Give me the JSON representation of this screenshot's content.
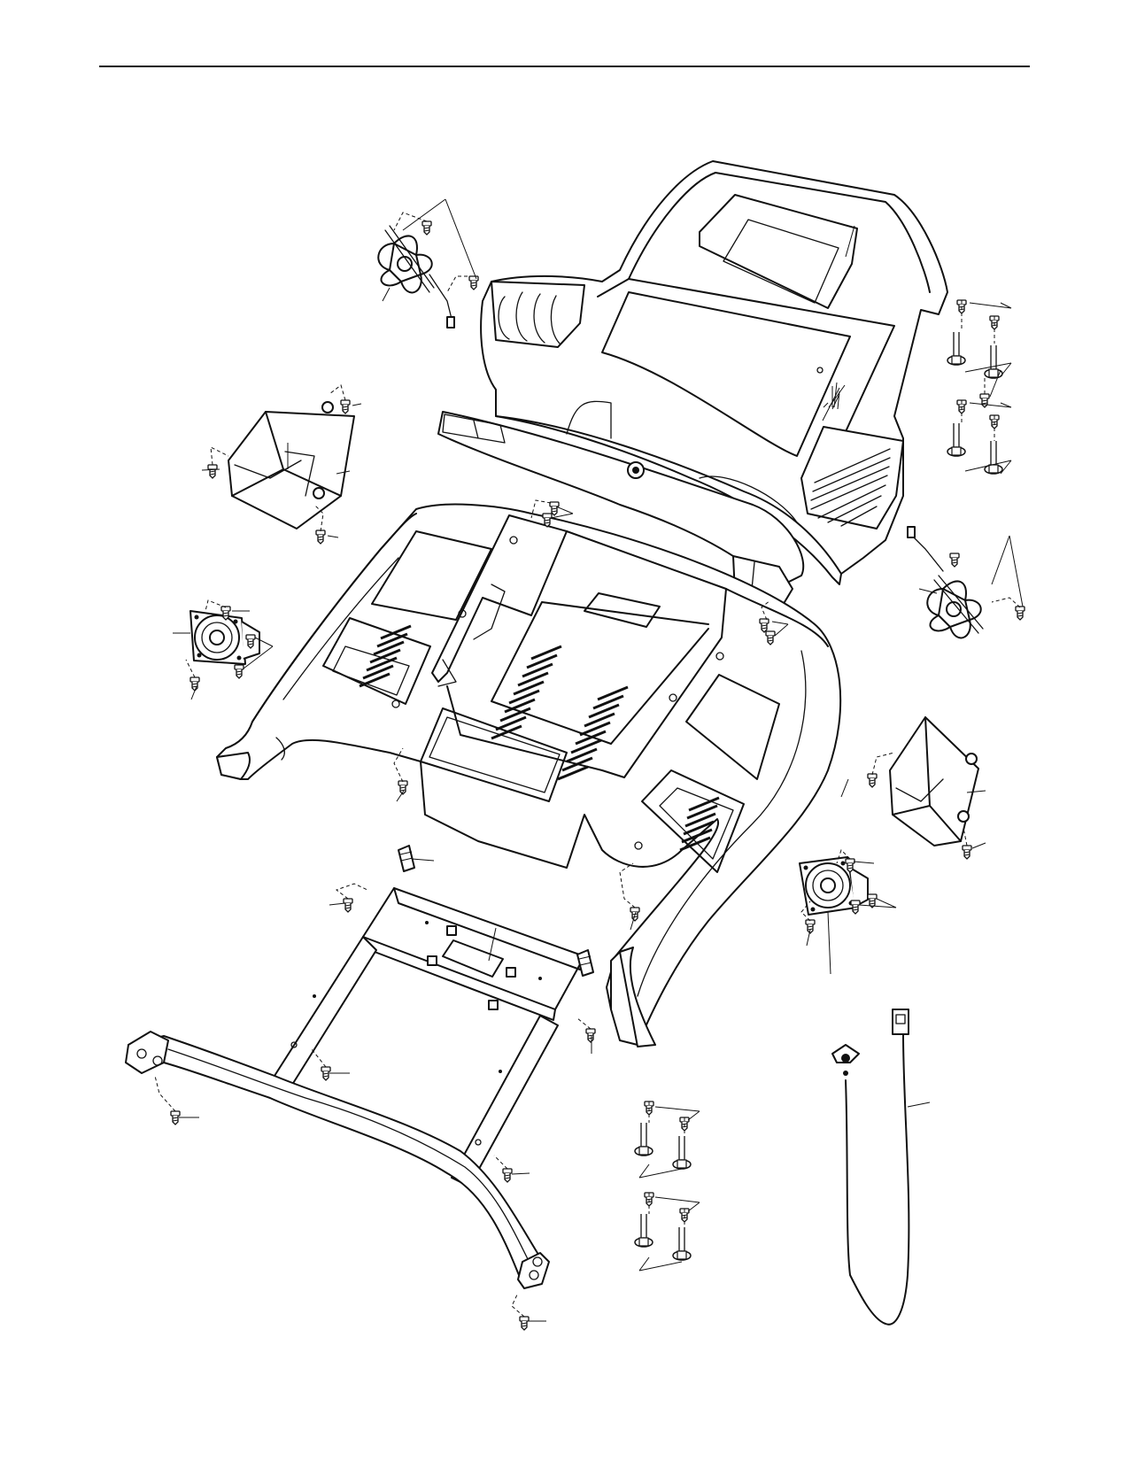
{
  "page": {
    "background": "#ffffff",
    "line_color": "#111111"
  },
  "diagram": {
    "kind": "exploded-parts-drawing",
    "callout_numbers_printed": false
  },
  "parts": [
    {
      "id": "console",
      "icon": "console-housing-icon"
    },
    {
      "id": "fan-left",
      "icon": "fan-icon"
    },
    {
      "id": "fan-right",
      "icon": "fan-icon"
    },
    {
      "id": "tray-left",
      "icon": "accessory-tray-icon"
    },
    {
      "id": "tray-right",
      "icon": "accessory-tray-icon"
    },
    {
      "id": "speaker-left",
      "icon": "speaker-icon"
    },
    {
      "id": "speaker-right",
      "icon": "speaker-icon"
    },
    {
      "id": "console-base",
      "icon": "console-base-icon"
    },
    {
      "id": "crossbar",
      "icon": "crossbar-icon"
    },
    {
      "id": "console-bracket",
      "icon": "bracket-icon"
    },
    {
      "id": "key-clip",
      "icon": "key-clip-icon"
    },
    {
      "id": "wire-ties",
      "icon": "wire-tie-icon"
    }
  ]
}
